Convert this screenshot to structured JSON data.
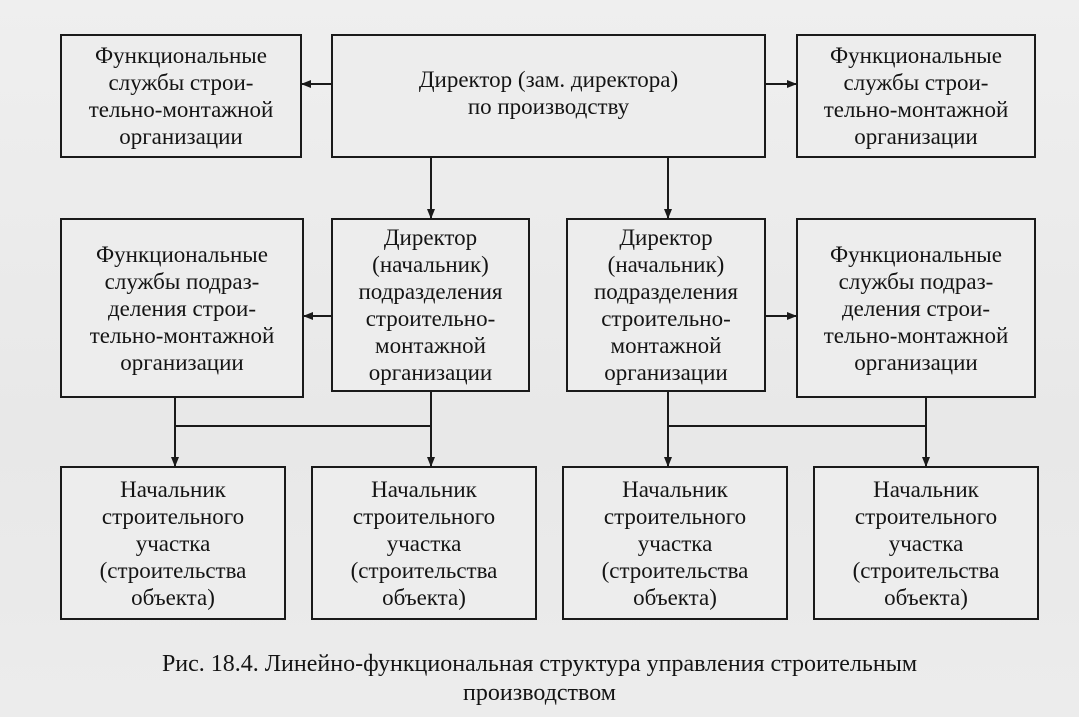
{
  "nodes": {
    "director_production": "Директор (зам. директора)\nпо производству",
    "func_org_left": "Функциональные\nслужбы строи-\nтельно-монтажной\nорганизации",
    "func_org_right": "Функциональные\nслужбы строи-\nтельно-монтажной\nорганизации",
    "func_div_left": "Функциональные\nслужбы подраз-\nделения строи-\nтельно-монтажной\nорганизации",
    "func_div_right": "Функциональные\nслужбы подраз-\nделения строи-\nтельно-монтажной\nорганизации",
    "director_div_1": "Директор\n(начальник)\nподразделения\nстроительно-\nмонтажной\nорганизации",
    "director_div_2": "Директор\n(начальник)\nподразделения\nстроительно-\nмонтажной\nорганизации",
    "site_chief_1": "Начальник\nстроительного\nучастка\n(строительства\nобъекта)",
    "site_chief_2": "Начальник\nстроительного\nучастка\n(строительства\nобъекта)",
    "site_chief_3": "Начальник\nстроительного\nучастка\n(строительства\nобъекта)",
    "site_chief_4": "Начальник\nстроительного\nучастка\n(строительства\nобъекта)"
  },
  "caption": "Рис. 18.4. Линейно-функциональная структура управления строительным\nпроизводством",
  "colors": {
    "paper": "#ebebeb",
    "ink": "#141414"
  }
}
